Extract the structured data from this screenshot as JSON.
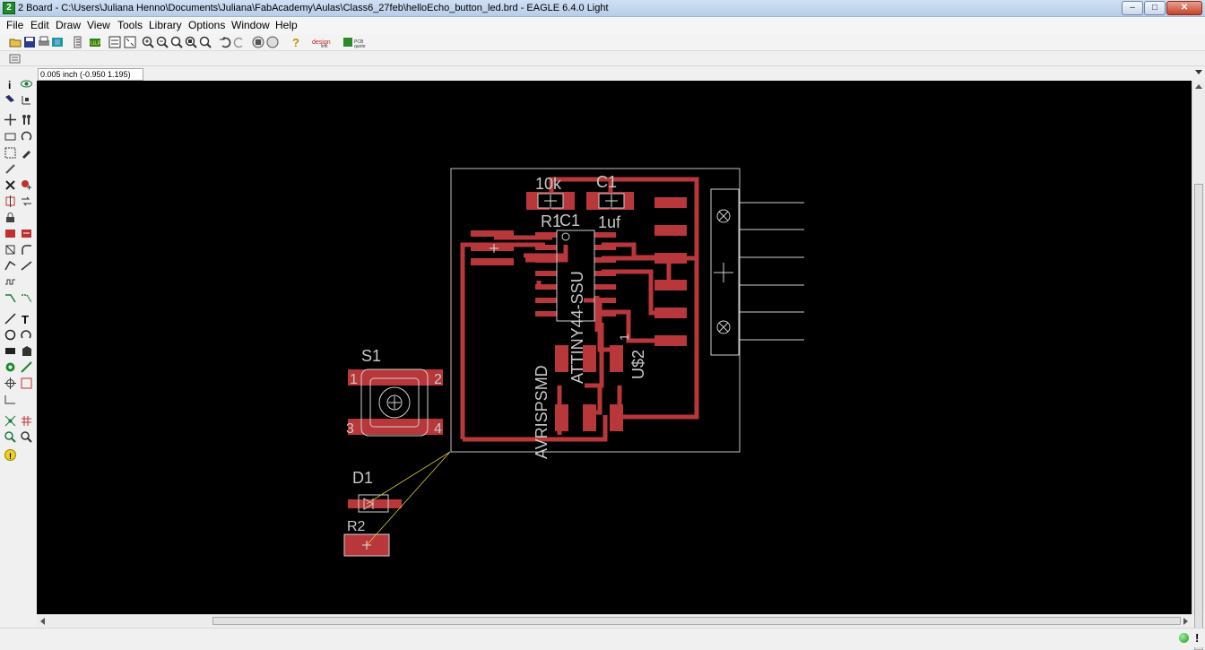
{
  "window": {
    "app_icon": "eagle-app-icon",
    "title": "2 Board - C:\\Users\\Juliana Henno\\Documents\\Juliana\\FabAcademy\\Aulas\\Class6_27feb\\helloEcho_button_led.brd - EAGLE 6.4.0 Light",
    "buttons": {
      "minimize": "–",
      "maximize": "□",
      "close": "✕"
    }
  },
  "menu": [
    "File",
    "Edit",
    "Draw",
    "View",
    "Tools",
    "Library",
    "Options",
    "Window",
    "Help"
  ],
  "toolbar": {
    "icons": [
      "open-icon",
      "save-icon",
      "print-icon",
      "cam-icon",
      "script-icon",
      "run-ulp-icon",
      "switch-schematic-icon",
      "zoom-fit-icon",
      "zoom-in-icon",
      "zoom-out-icon",
      "zoom-redraw-icon",
      "zoom-select-icon",
      "undo-icon",
      "redo-icon",
      "stop-icon",
      "go-icon",
      "help-icon",
      "design-link-icon",
      "pcb-quote-icon"
    ]
  },
  "coordinates": "0.005 inch (-0.950 1.195)",
  "colors": {
    "canvas": "#000000",
    "copper": "#b8373a",
    "pad_light": "#d8d8d8",
    "outline": "#c0c0c0",
    "airwire": "#d8c840",
    "text": "#c8c8c8"
  },
  "board": {
    "labels": {
      "r1_value": "10k",
      "c1_name": "C1",
      "r1_name": "R1",
      "ic1_name": "IC1",
      "c1_value": "1uf",
      "ic1_value": "ATTINY44-SSU",
      "isp_name": "AVRISPSMD",
      "usb_name": "U$2",
      "usb_pin": "1",
      "s1_name": "S1",
      "s1_pin1": "1",
      "s1_pin2": "2",
      "s1_pin3": "3",
      "s1_pin4": "4",
      "d1_name": "D1",
      "r2_name": "R2"
    }
  },
  "status": {
    "led": "status-ok-icon",
    "stop": "!"
  }
}
